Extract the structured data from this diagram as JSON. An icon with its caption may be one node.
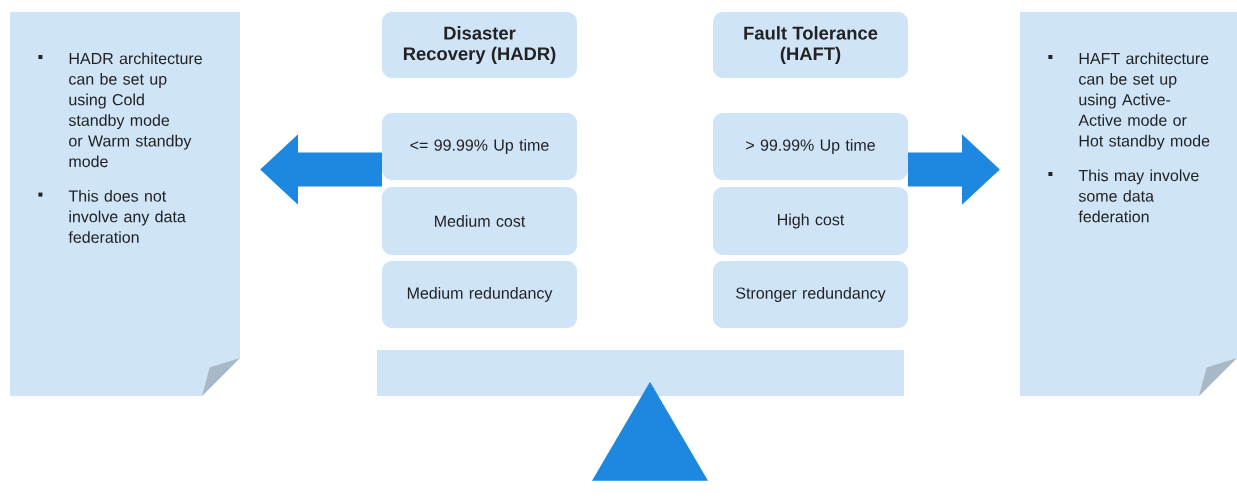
{
  "diagram": {
    "nodes": [
      {
        "text": [
          "HADR architecture can be set up using Cold standby mode or Warm standby mode",
          "This does not involve any data federation"
        ]
      },
      {
        "text": [
          "Disaster Recovery (HADR)"
        ]
      },
      {
        "text": [
          "<= 99.99% Up time"
        ]
      },
      {
        "text": [
          "Medium cost"
        ]
      },
      {
        "text": [
          "Medium redundancy"
        ]
      },
      {
        "text": [
          "Fault Tolerance (HAFT)"
        ]
      },
      {
        "text": [
          "> 99.99% Up time"
        ]
      },
      {
        "text": [
          "High cost"
        ]
      },
      {
        "text": [
          "Stronger redundancy"
        ]
      },
      {
        "text": [
          "HAFT architecture can be set up using Active-Active mode or Hot standby mode",
          "This may involve some data federation"
        ]
      },
      {
        "text": [],
        "shape": "bar"
      },
      {
        "text": [],
        "shape": "triangle"
      }
    ],
    "edges": [
      {
        "from": 2,
        "to": 0,
        "arrow": "to"
      },
      {
        "from": 6,
        "to": 9,
        "arrow": "to"
      }
    ]
  }
}
